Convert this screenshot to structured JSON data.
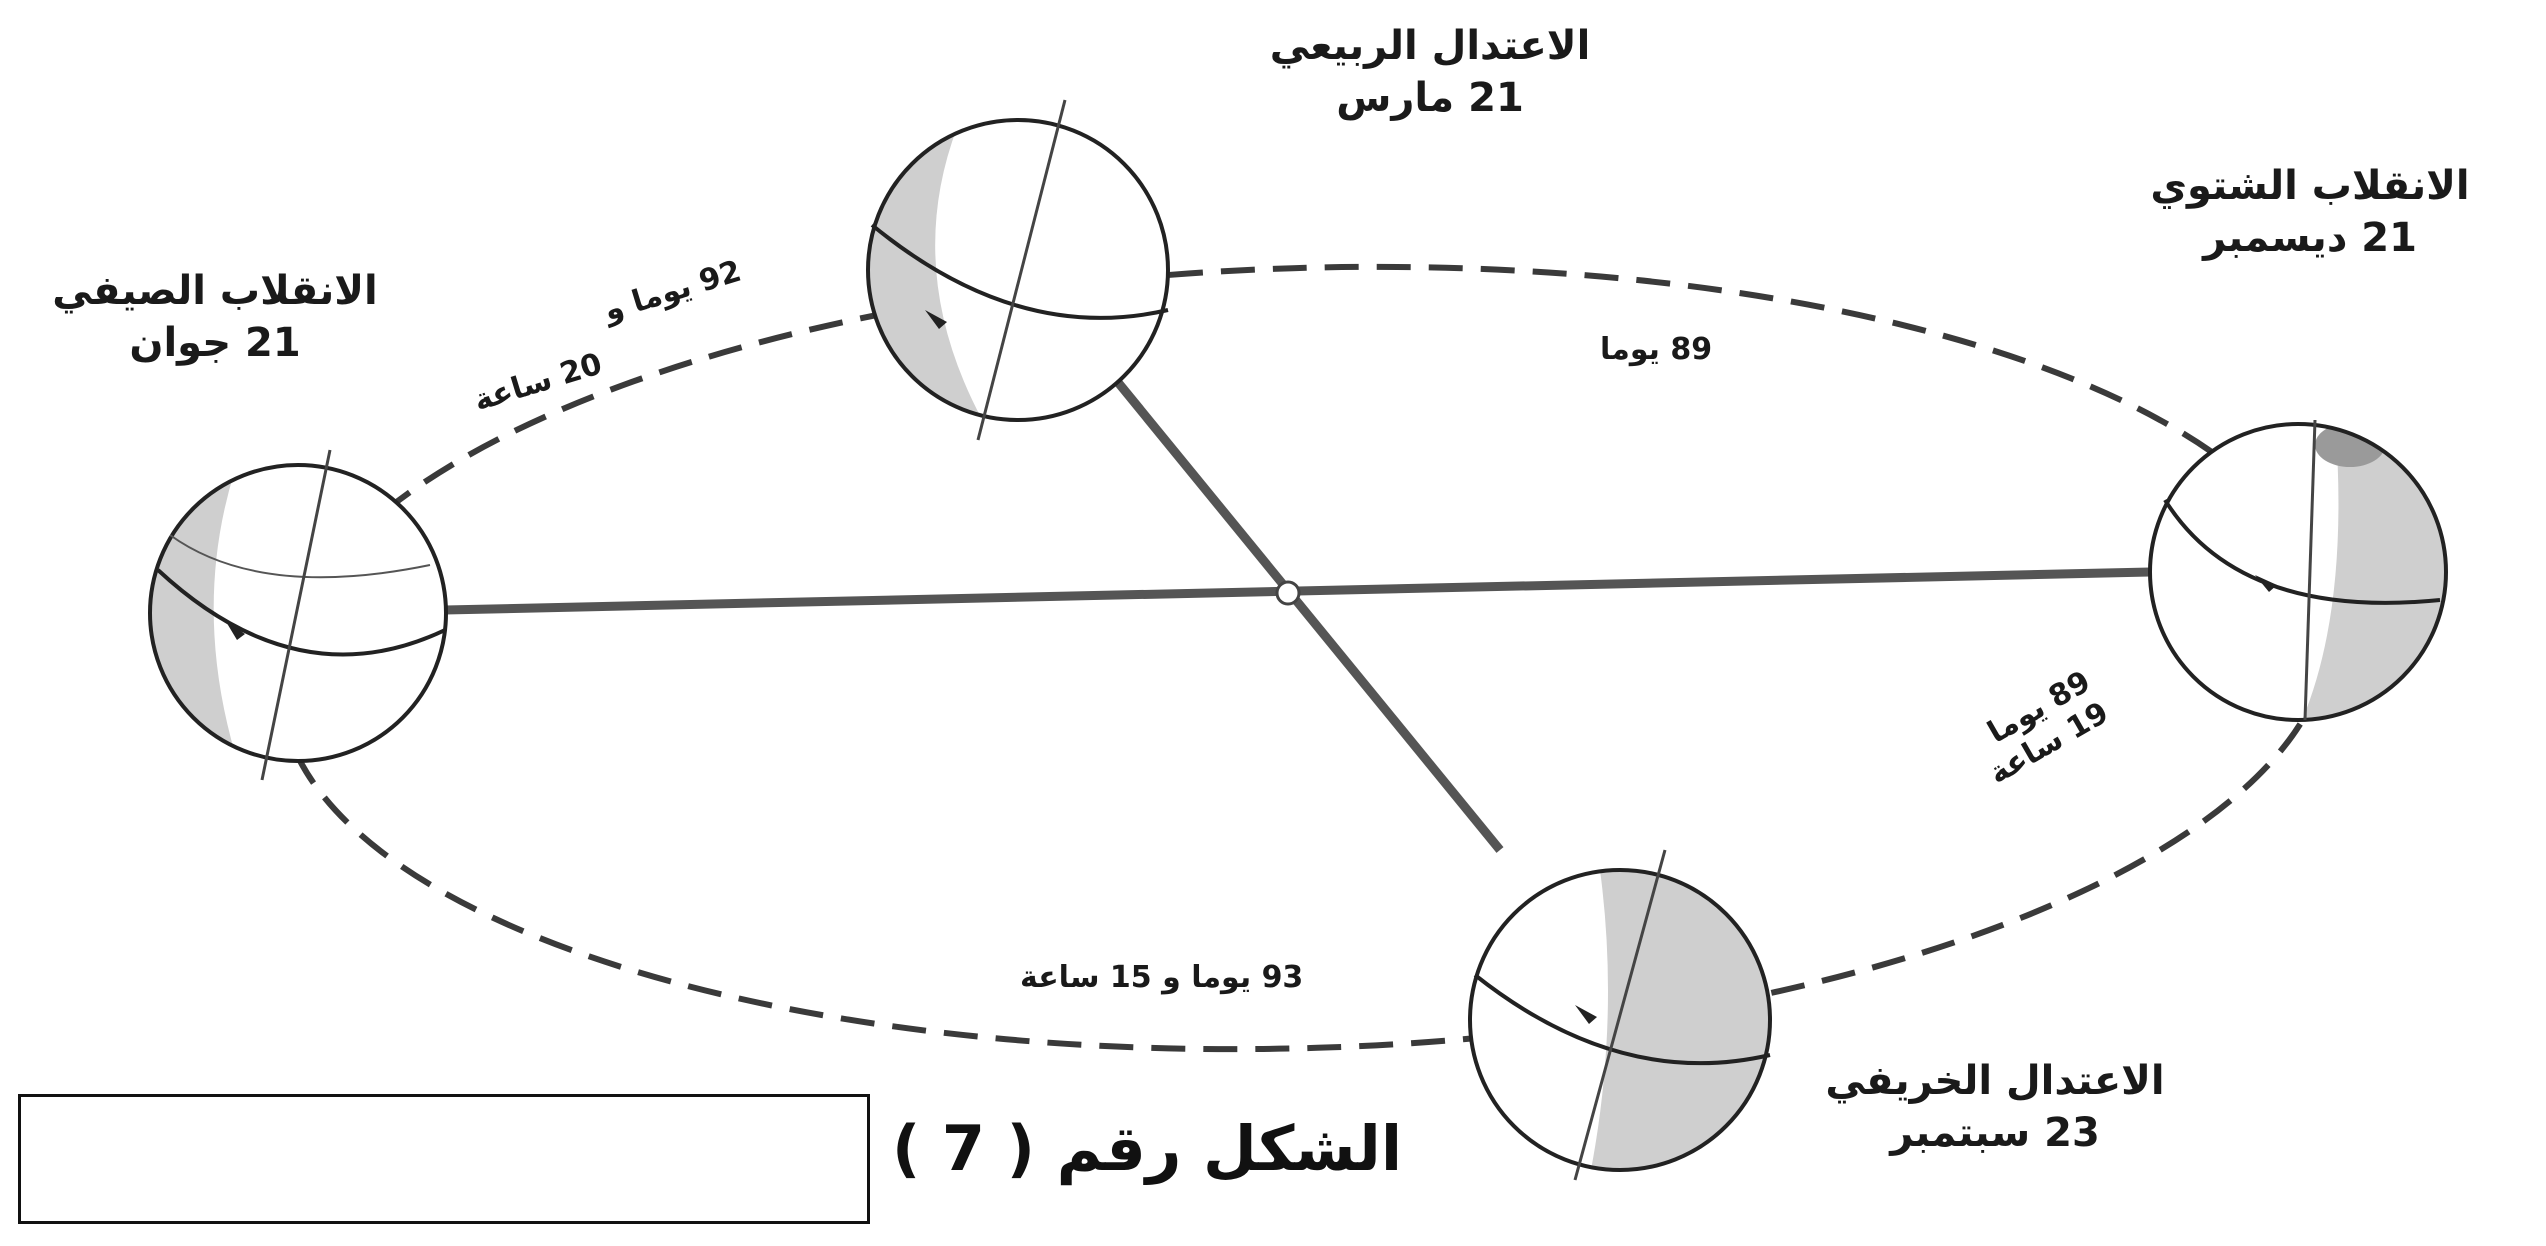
{
  "positions": {
    "spring": {
      "title": "الاعتدال الربيعي",
      "date": "21 مارس"
    },
    "winter": {
      "title": "الانقلاب الشتوي",
      "date": "21 ديسمبر"
    },
    "summer": {
      "title": "الانقلاب الصيفي",
      "date": "21 جوان"
    },
    "autumn": {
      "title": "الاعتدال الخريفي",
      "date": "23 سبتمبر"
    }
  },
  "durations": {
    "summer_to_spring": {
      "days": "92 يوما و",
      "hours": "20",
      "hours_unit": "ساعة"
    },
    "spring_to_winter": {
      "text": "89 يوما"
    },
    "winter_to_autumn": {
      "days": "89",
      "days_unit": "يوما",
      "hours": "19",
      "hours_unit": "ساعة"
    },
    "autumn_to_summer": {
      "text": "93 يوما و 15 ساعة"
    }
  },
  "caption": "الشكل رقم ( 7 )",
  "colors": {
    "line": "#222222",
    "shade": "#cfcfcf",
    "globe_fill": "#ffffff"
  }
}
